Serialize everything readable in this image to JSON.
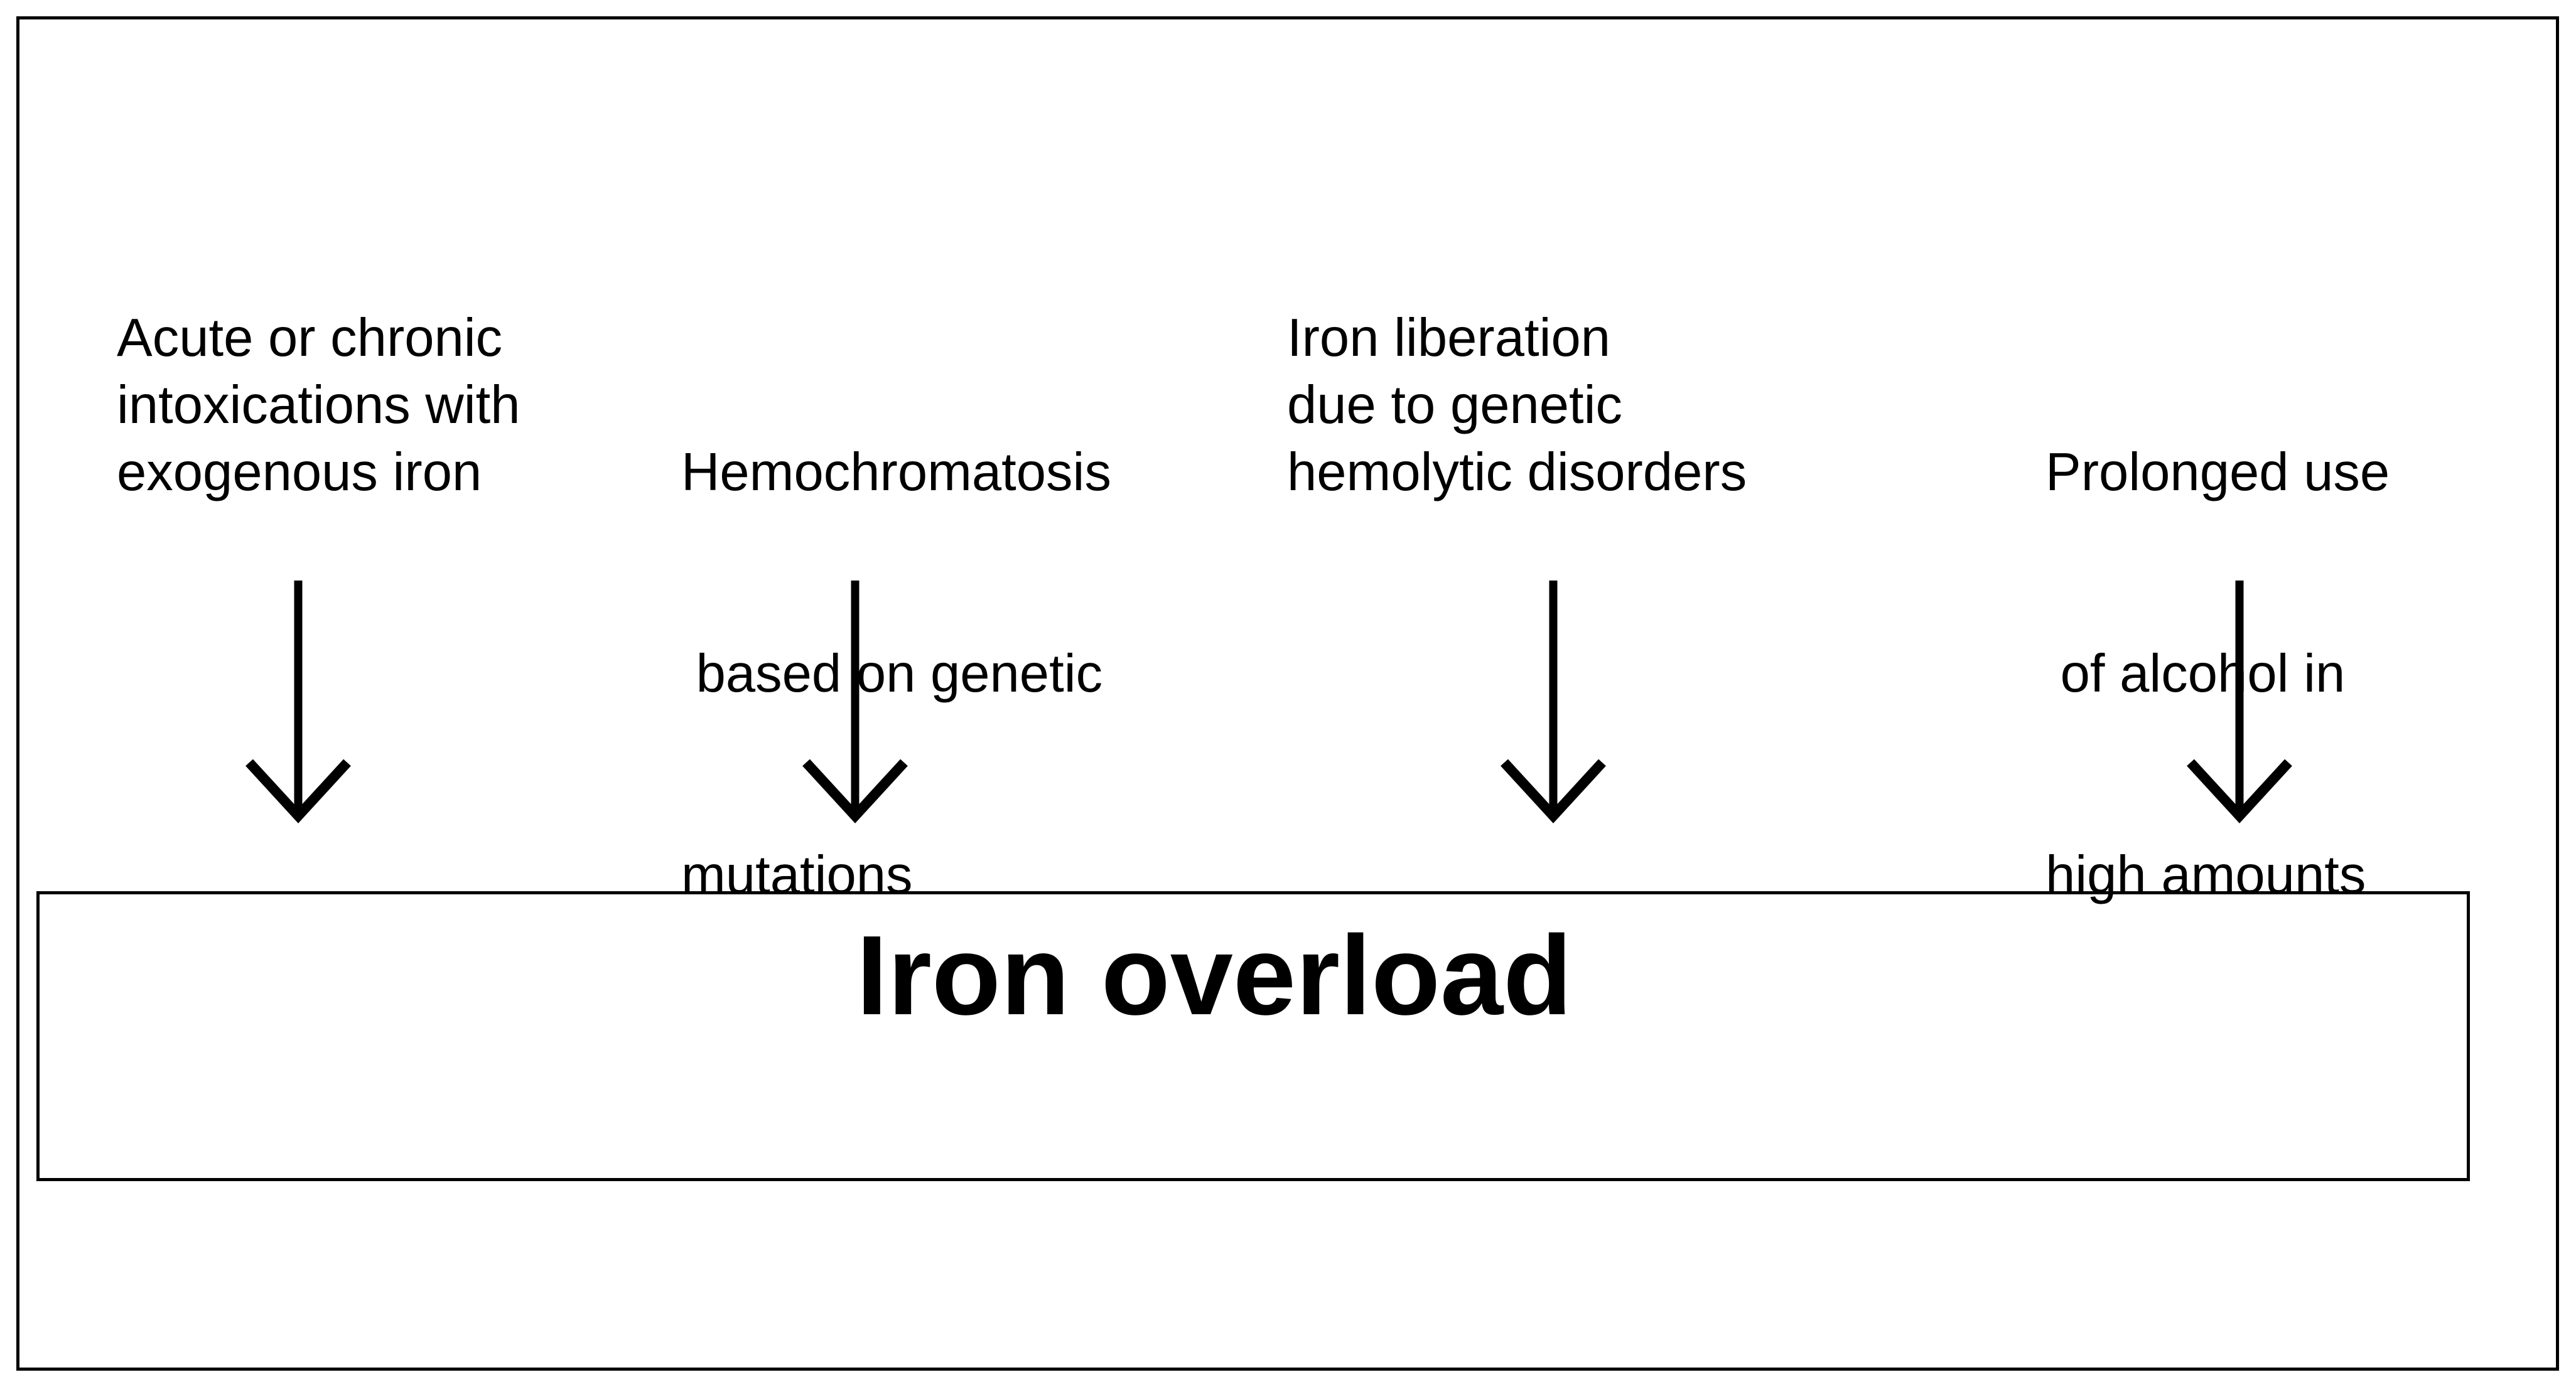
{
  "causes": [
    {
      "lines": [
        "Acute or chronic",
        "intoxications with",
        "exogenous iron"
      ]
    },
    {
      "lines": [
        "Hemochromatosis",
        " based on genetic",
        "mutations"
      ]
    },
    {
      "lines": [
        "Iron liberation",
        "due to genetic",
        "hemolytic disorders"
      ]
    },
    {
      "lines": [
        "Prolonged use",
        " of alcohol in",
        "high amounts"
      ]
    }
  ],
  "result": {
    "label": "Iron overload"
  },
  "colors": {
    "stroke": "#000000",
    "background": "#ffffff"
  }
}
